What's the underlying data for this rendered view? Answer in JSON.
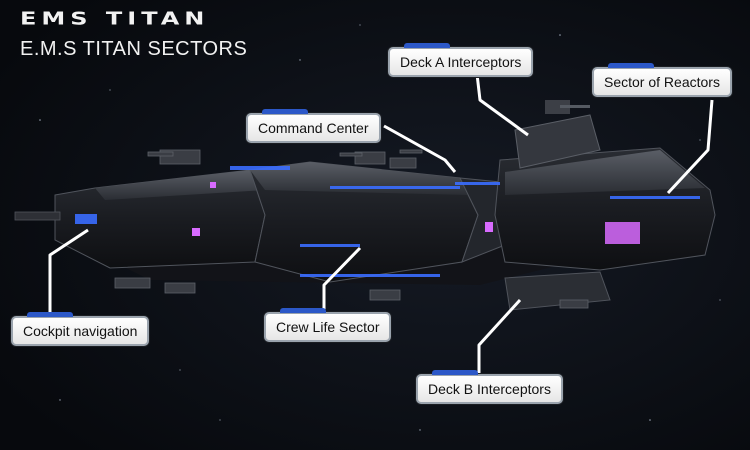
{
  "header": {
    "logo_text": "EMS TITAN",
    "title": "E.M.S TITAN SECTORS"
  },
  "callouts": {
    "deck_a": "Deck A Interceptors",
    "reactors": "Sector of Reactors",
    "command": "Command Center",
    "cockpit": "Cockpit navigation",
    "crew": "Crew Life Sector",
    "deck_b": "Deck B Interceptors"
  },
  "colors": {
    "space": "#07090d",
    "hull": "#3a3d44",
    "glow_blue": "#3a6dff",
    "glow_magenta": "#d86bff"
  }
}
